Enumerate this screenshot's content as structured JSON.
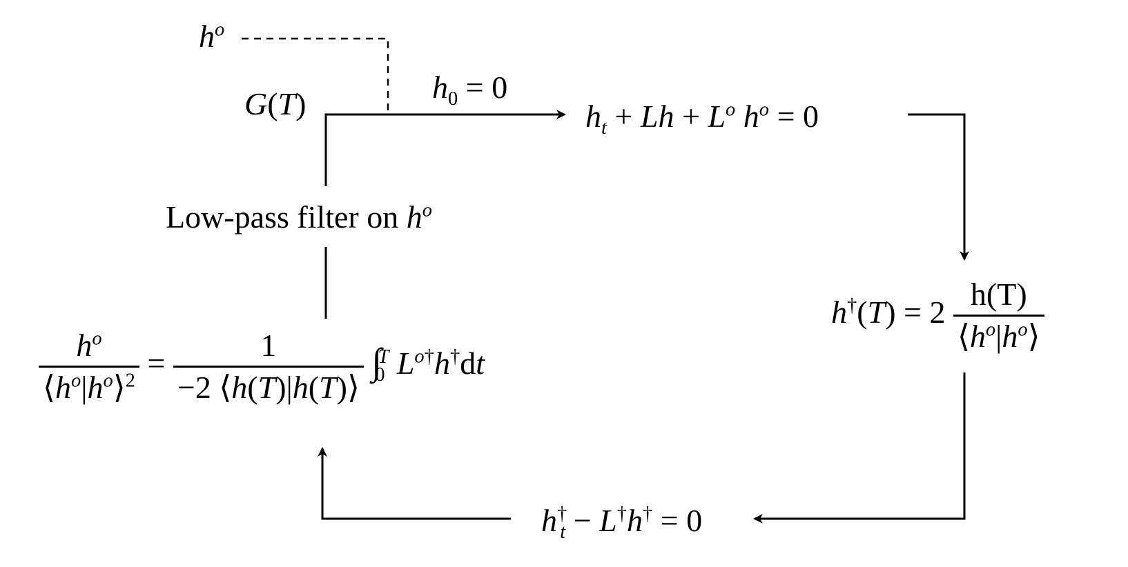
{
  "diagram": {
    "nodes": {
      "h_obs": "hᵒ",
      "g_of_t": "G(T)",
      "initial_condition": "h₀ = 0",
      "forward_equation": "h_t + Lh + Lᵒ hᵒ = 0",
      "terminal_condition": "h†(T) = 2 h(T) / ⟨hᵒ|hᵒ⟩",
      "adjoint_equation": "h†_t − L†h† = 0",
      "update_equation": "hᵒ / ⟨hᵒ|hᵒ⟩² = 1 / (−2 ⟨h(T)|h(T)⟩) ∫₀ᵀ Lᵒ†h†dt",
      "filter_label": "Low-pass filter on hᵒ"
    },
    "text": {
      "filter_prefix": "Low-pass filter on ",
      "dt": "d"
    }
  }
}
